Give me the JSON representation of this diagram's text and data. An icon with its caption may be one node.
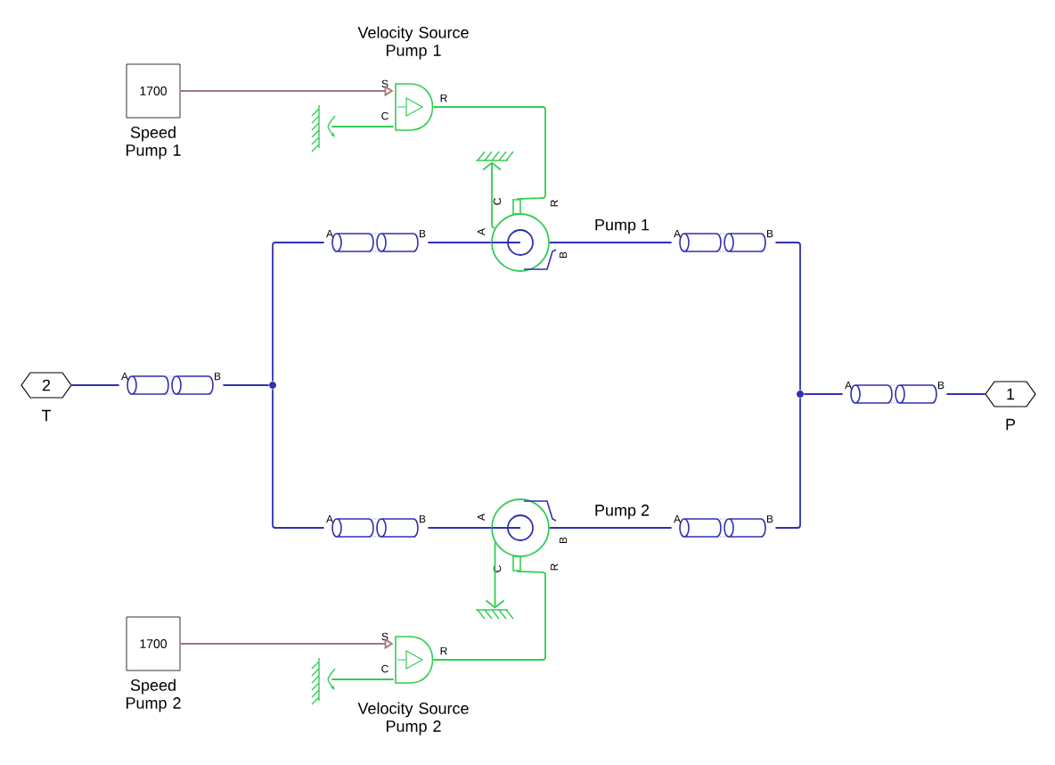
{
  "diagram": {
    "nodes": [
      {
        "text": [
          "1700"
        ],
        "beside": [
          "Speed Pump 1"
        ]
      },
      {
        "text": [
          "Velocity Source Pump 1",
          "S",
          "C",
          "R"
        ]
      },
      {
        "text": [],
        "shape": "ground"
      },
      {
        "text": [],
        "shape": "ground"
      },
      {
        "text": [
          "Pump 1",
          "A",
          "B",
          "C",
          "R"
        ]
      },
      {
        "text": [
          "A",
          "B"
        ]
      },
      {
        "text": [
          "A",
          "B"
        ]
      },
      {
        "text": [
          "2"
        ],
        "beside": [
          "T"
        ]
      },
      {
        "text": [
          "A",
          "B"
        ]
      },
      {
        "text": [],
        "shape": "circle"
      },
      {
        "text": [],
        "shape": "circle"
      },
      {
        "text": [
          "A",
          "B"
        ]
      },
      {
        "text": [
          "1"
        ],
        "beside": [
          "P"
        ]
      },
      {
        "text": [
          "A",
          "B"
        ]
      },
      {
        "text": [
          "Pump 2",
          "A",
          "B",
          "C",
          "R"
        ]
      },
      {
        "text": [
          "A",
          "B"
        ]
      },
      {
        "text": [],
        "shape": "ground"
      },
      {
        "text": [
          "1700"
        ],
        "beside": [
          "Speed Pump 2"
        ]
      },
      {
        "text": [
          "Velocity Source Pump 2",
          "S",
          "C",
          "R"
        ]
      },
      {
        "text": [],
        "shape": "ground"
      }
    ],
    "edges": [
      {
        "from": 0,
        "to": 1,
        "arrow": "to",
        "color": "#a07878"
      },
      {
        "from": 1,
        "to": 2,
        "arrow": "none",
        "color": "#33cc55"
      },
      {
        "from": 1,
        "to": 4,
        "arrow": "none",
        "color": "#33cc55"
      },
      {
        "from": 4,
        "to": 3,
        "arrow": "to",
        "color": "#33cc55"
      },
      {
        "from": 5,
        "to": 4,
        "arrow": "none"
      },
      {
        "from": 4,
        "to": 6,
        "arrow": "none"
      },
      {
        "from": 9,
        "to": 5,
        "arrow": "none"
      },
      {
        "from": 6,
        "to": 10,
        "arrow": "none"
      },
      {
        "from": 7,
        "to": 8,
        "arrow": "none"
      },
      {
        "from": 8,
        "to": 9,
        "arrow": "none"
      },
      {
        "from": 10,
        "to": 11,
        "arrow": "none"
      },
      {
        "from": 11,
        "to": 12,
        "arrow": "none"
      },
      {
        "from": 9,
        "to": 13,
        "arrow": "none"
      },
      {
        "from": 13,
        "to": 14,
        "arrow": "none"
      },
      {
        "from": 14,
        "to": 15,
        "arrow": "none"
      },
      {
        "from": 15,
        "to": 10,
        "arrow": "none"
      },
      {
        "from": 14,
        "to": 16,
        "arrow": "to",
        "color": "#33cc55"
      },
      {
        "from": 18,
        "to": 14,
        "arrow": "none",
        "color": "#33cc55"
      },
      {
        "from": 17,
        "to": 18,
        "arrow": "to",
        "color": "#a07878"
      },
      {
        "from": 18,
        "to": 19,
        "arrow": "none",
        "color": "#33cc55"
      }
    ]
  }
}
